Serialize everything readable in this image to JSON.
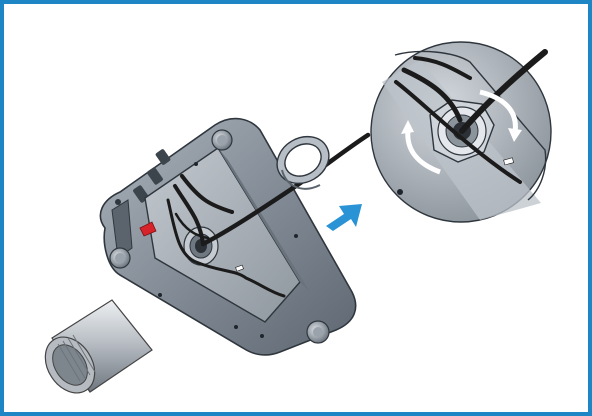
{
  "figure": {
    "frame_color": "#1f86c6",
    "arrow_color": "#2a93d5",
    "housing_color": "#8e97a1",
    "housing_dark": "#3f4954",
    "cable_color": "#1b1b1b",
    "accent_wire_color": "#d6242a",
    "arrow_icon": "arrow-right",
    "rotation_icons": [
      "rotate-cw-arrow",
      "rotate-ccw-arrow"
    ]
  }
}
